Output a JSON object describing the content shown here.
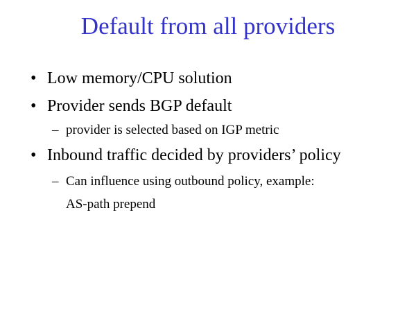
{
  "slide": {
    "title": "Default from all providers",
    "bullet_glyph": "•",
    "sub_glyph": "–",
    "bullets": [
      {
        "text": "Low memory/CPU solution"
      },
      {
        "text": "Provider sends BGP default",
        "sub": [
          "provider is selected based on IGP metric"
        ]
      },
      {
        "text": "Inbound traffic decided by providers’ policy",
        "sub": [
          "Can influence using outbound policy, example:",
          "AS-path prepend"
        ]
      }
    ]
  }
}
